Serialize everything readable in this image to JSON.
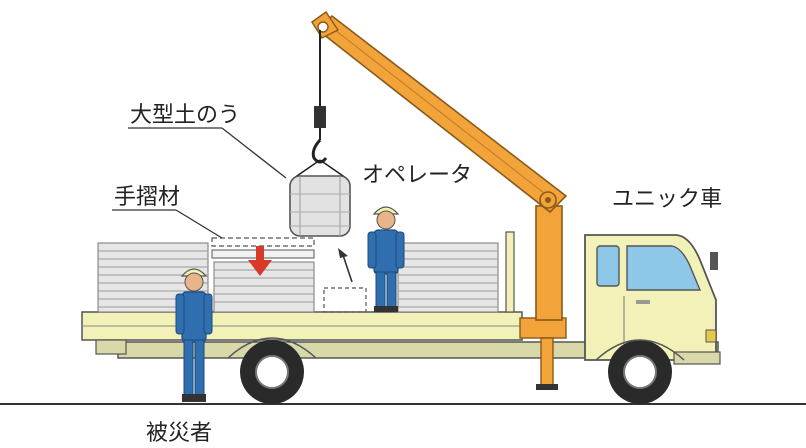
{
  "labels": {
    "sandbag": "大型土のう",
    "handrail": "手摺材",
    "operator": "オペレータ",
    "crane_truck": "ユニック車",
    "victim": "被災者"
  },
  "colors": {
    "boom": "#F2A33A",
    "boom_outline": "#8A5A1A",
    "deck": "#F2F2B8",
    "cab": "#F2F2B8",
    "worker_body": "#2F6FB0",
    "helmet": "#F4F4B0",
    "skin": "#E8B58A",
    "arrow_red": "#D83A2A",
    "material": "#E2E2E2"
  },
  "icons": {
    "truck": "truck-icon",
    "crane": "crane-boom",
    "hook": "hook-icon",
    "sandbag": "sandbag-icon",
    "worker": "worker-icon",
    "down_arrow": "down-arrow-icon"
  }
}
